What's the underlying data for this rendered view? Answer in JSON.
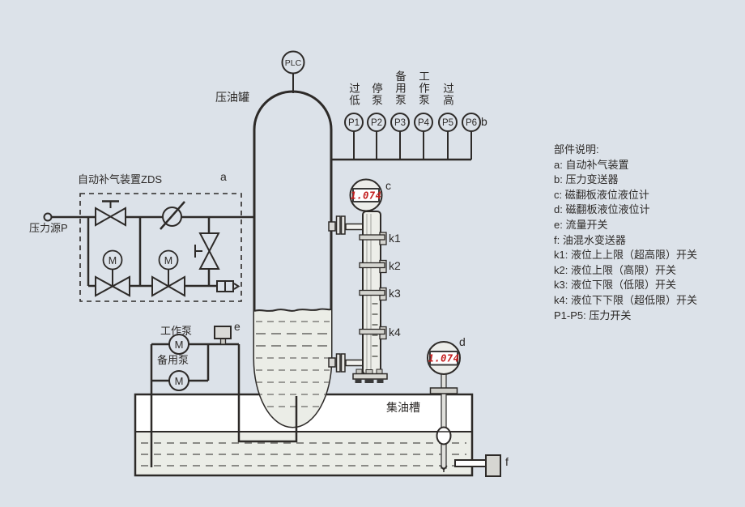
{
  "colors": {
    "background": "#dce2e9",
    "line": "#2d2a28",
    "display_red": "#c41e1e",
    "liquid": "#ebede7"
  },
  "tank": {
    "label": "压油罐",
    "plc_label": "PLC"
  },
  "pressure_switches": {
    "tag": "b",
    "items": [
      {
        "id": "P1",
        "label": "过低"
      },
      {
        "id": "P2",
        "label": "停泵"
      },
      {
        "id": "P3",
        "label": "备用泵"
      },
      {
        "id": "P4",
        "label": "工作泵"
      },
      {
        "id": "P5",
        "label": "过高"
      },
      {
        "id": "P6",
        "label": ""
      }
    ]
  },
  "air_supply": {
    "source_label": "压力源P",
    "unit_title": "自动补气装置ZDS",
    "tag": "a",
    "motor_label": "M"
  },
  "level_gauge_c": {
    "tag": "c",
    "display_value": "1.074",
    "switch_labels": [
      "k1",
      "k2",
      "k3",
      "k4"
    ]
  },
  "level_gauge_d": {
    "tag": "d",
    "display_value": "1.074"
  },
  "pumps": {
    "working_label": "工作泵",
    "standby_label": "备用泵",
    "motor_label": "M",
    "flow_switch_tag": "e"
  },
  "oil_sump": {
    "label": "集油槽",
    "transmitter_tag": "f"
  },
  "legend": {
    "title": "部件说明:",
    "items": [
      "a: 自动补气装置",
      "b: 压力变送器",
      "c: 磁翻板液位液位计",
      "d: 磁翻板液位液位计",
      "e: 流量开关",
      "f: 油混水变送器",
      "k1: 液位上上限（超高限）开关",
      "k2: 液位上限（高限）开关",
      "k3: 液位下限（低限）开关",
      "k4: 液位下下限（超低限）开关",
      "P1-P5: 压力开关"
    ]
  }
}
